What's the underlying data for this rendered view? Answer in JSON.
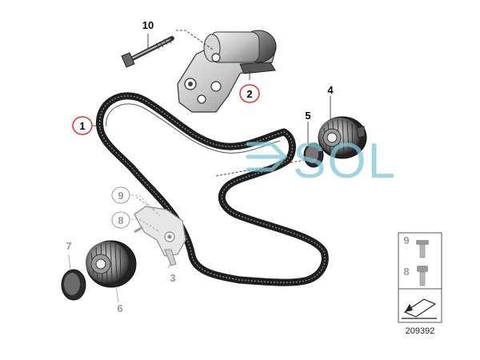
{
  "diagram": {
    "ref_number": "209392",
    "callouts": [
      {
        "id": "1",
        "label": "1",
        "circled": true
      },
      {
        "id": "2",
        "label": "2",
        "circled": true
      },
      {
        "id": "3",
        "label": "3"
      },
      {
        "id": "4",
        "label": "4"
      },
      {
        "id": "5",
        "label": "5"
      },
      {
        "id": "6",
        "label": "6"
      },
      {
        "id": "7",
        "label": "7"
      },
      {
        "id": "8",
        "label": "8"
      },
      {
        "id": "9",
        "label": "9"
      },
      {
        "id": "10",
        "label": "10"
      }
    ],
    "kit_box": {
      "labels": [
        "9",
        "8"
      ]
    }
  },
  "watermark": {
    "text": "SOL",
    "color": "#7fc8d8"
  },
  "colors": {
    "highlight": "#e8302a",
    "part_dark": "#333333",
    "part_grey": "#9a9a9a"
  }
}
